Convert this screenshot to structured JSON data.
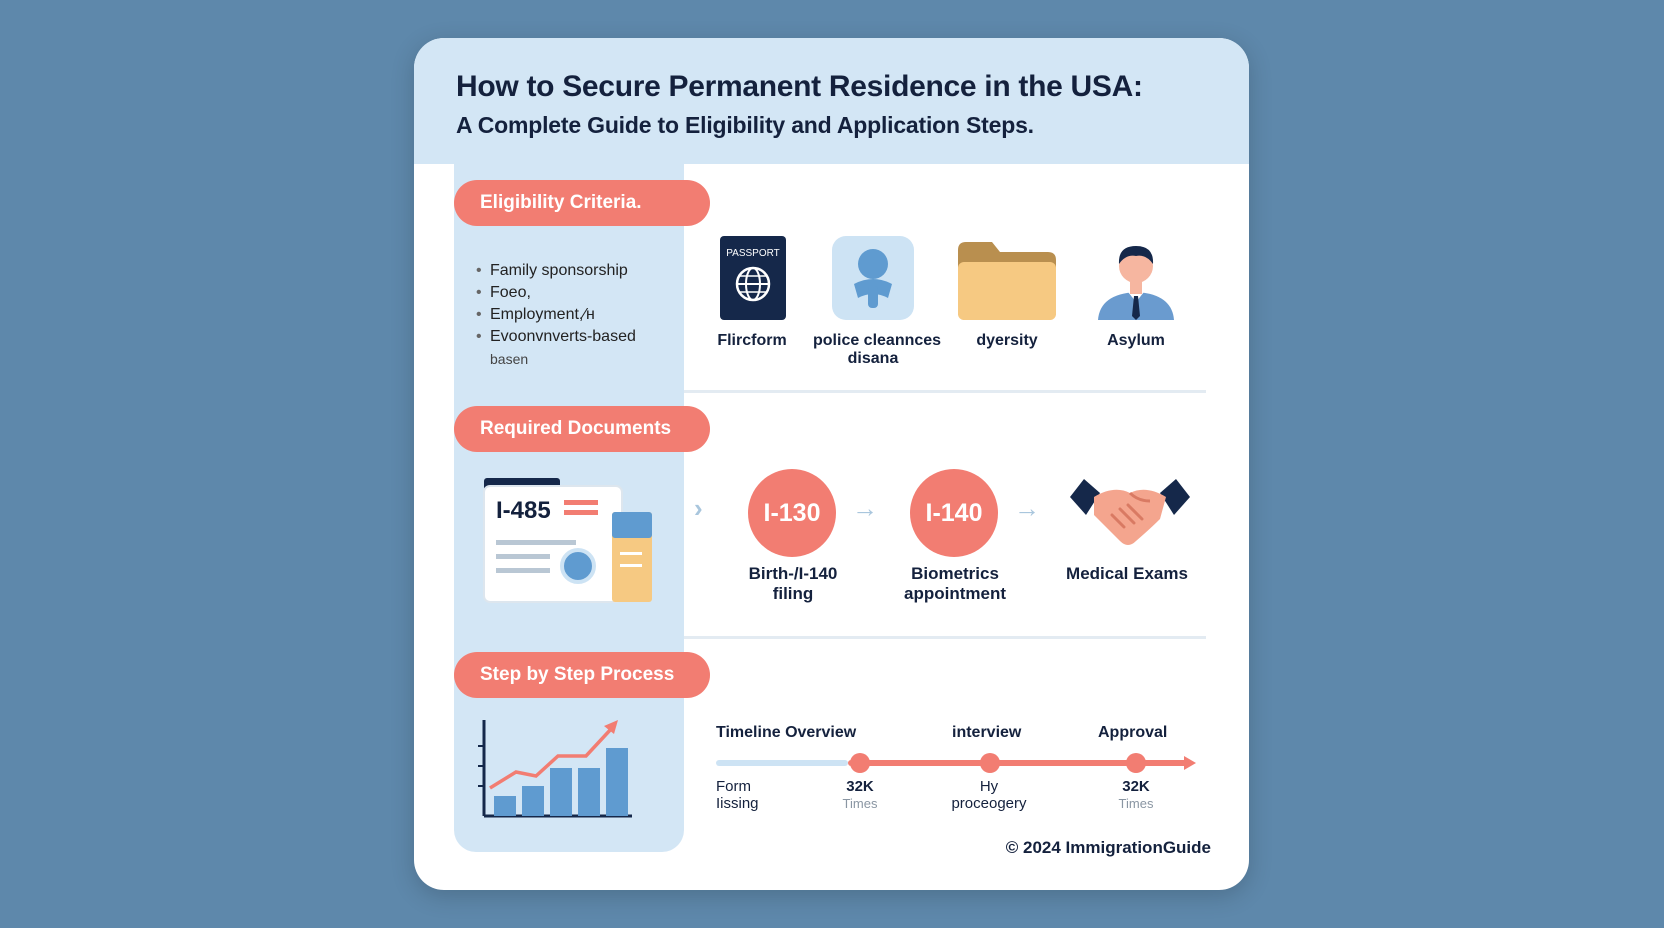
{
  "title": "How to Secure Permanent Residence in the USA:",
  "subtitle": "A Complete Guide to Eligibility and Application Steps.",
  "sections": {
    "eligibility": "Eligibility Criteria.",
    "documents": "Required Documents",
    "process": "Step by Step Process"
  },
  "bullets": [
    "Family sponsorship",
    "Foeo,",
    "Employment,⁄н",
    "Evoonvnverts-based",
    "basen"
  ],
  "icons": [
    {
      "label": "Flircform",
      "icon": "passport-icon",
      "badge": "PASSPORT"
    },
    {
      "label": "police cleannces",
      "label2": "disana",
      "icon": "person-icon"
    },
    {
      "label": "dyersity",
      "icon": "folder-icon"
    },
    {
      "label": "Asylum",
      "icon": "businessman-icon"
    }
  ],
  "doc_form": "I-485",
  "steps": [
    {
      "badge": "I-130",
      "label": "Birth-/I-140",
      "label2": "filing"
    },
    {
      "badge": "I-140",
      "label": "Biometrics",
      "label2": "appointment"
    },
    {
      "label": "Medical Exams",
      "icon": "handshake-icon"
    }
  ],
  "timeline": {
    "top": [
      "Timeline Overview",
      "interview",
      "Approval"
    ],
    "bottom": [
      {
        "line1": "Form",
        "line2": "Iissing"
      },
      {
        "line1": "32K",
        "line2": "Times"
      },
      {
        "line1": "Hy",
        "line2": "proceogery"
      },
      {
        "line1": "32K",
        "line2": "Times"
      }
    ]
  },
  "copyright": "© 2024 ImmigrationGuide",
  "colors": {
    "accent": "#f27d72",
    "panel": "#d3e6f5",
    "navy": "#14213d",
    "background": "#5e88ab"
  }
}
